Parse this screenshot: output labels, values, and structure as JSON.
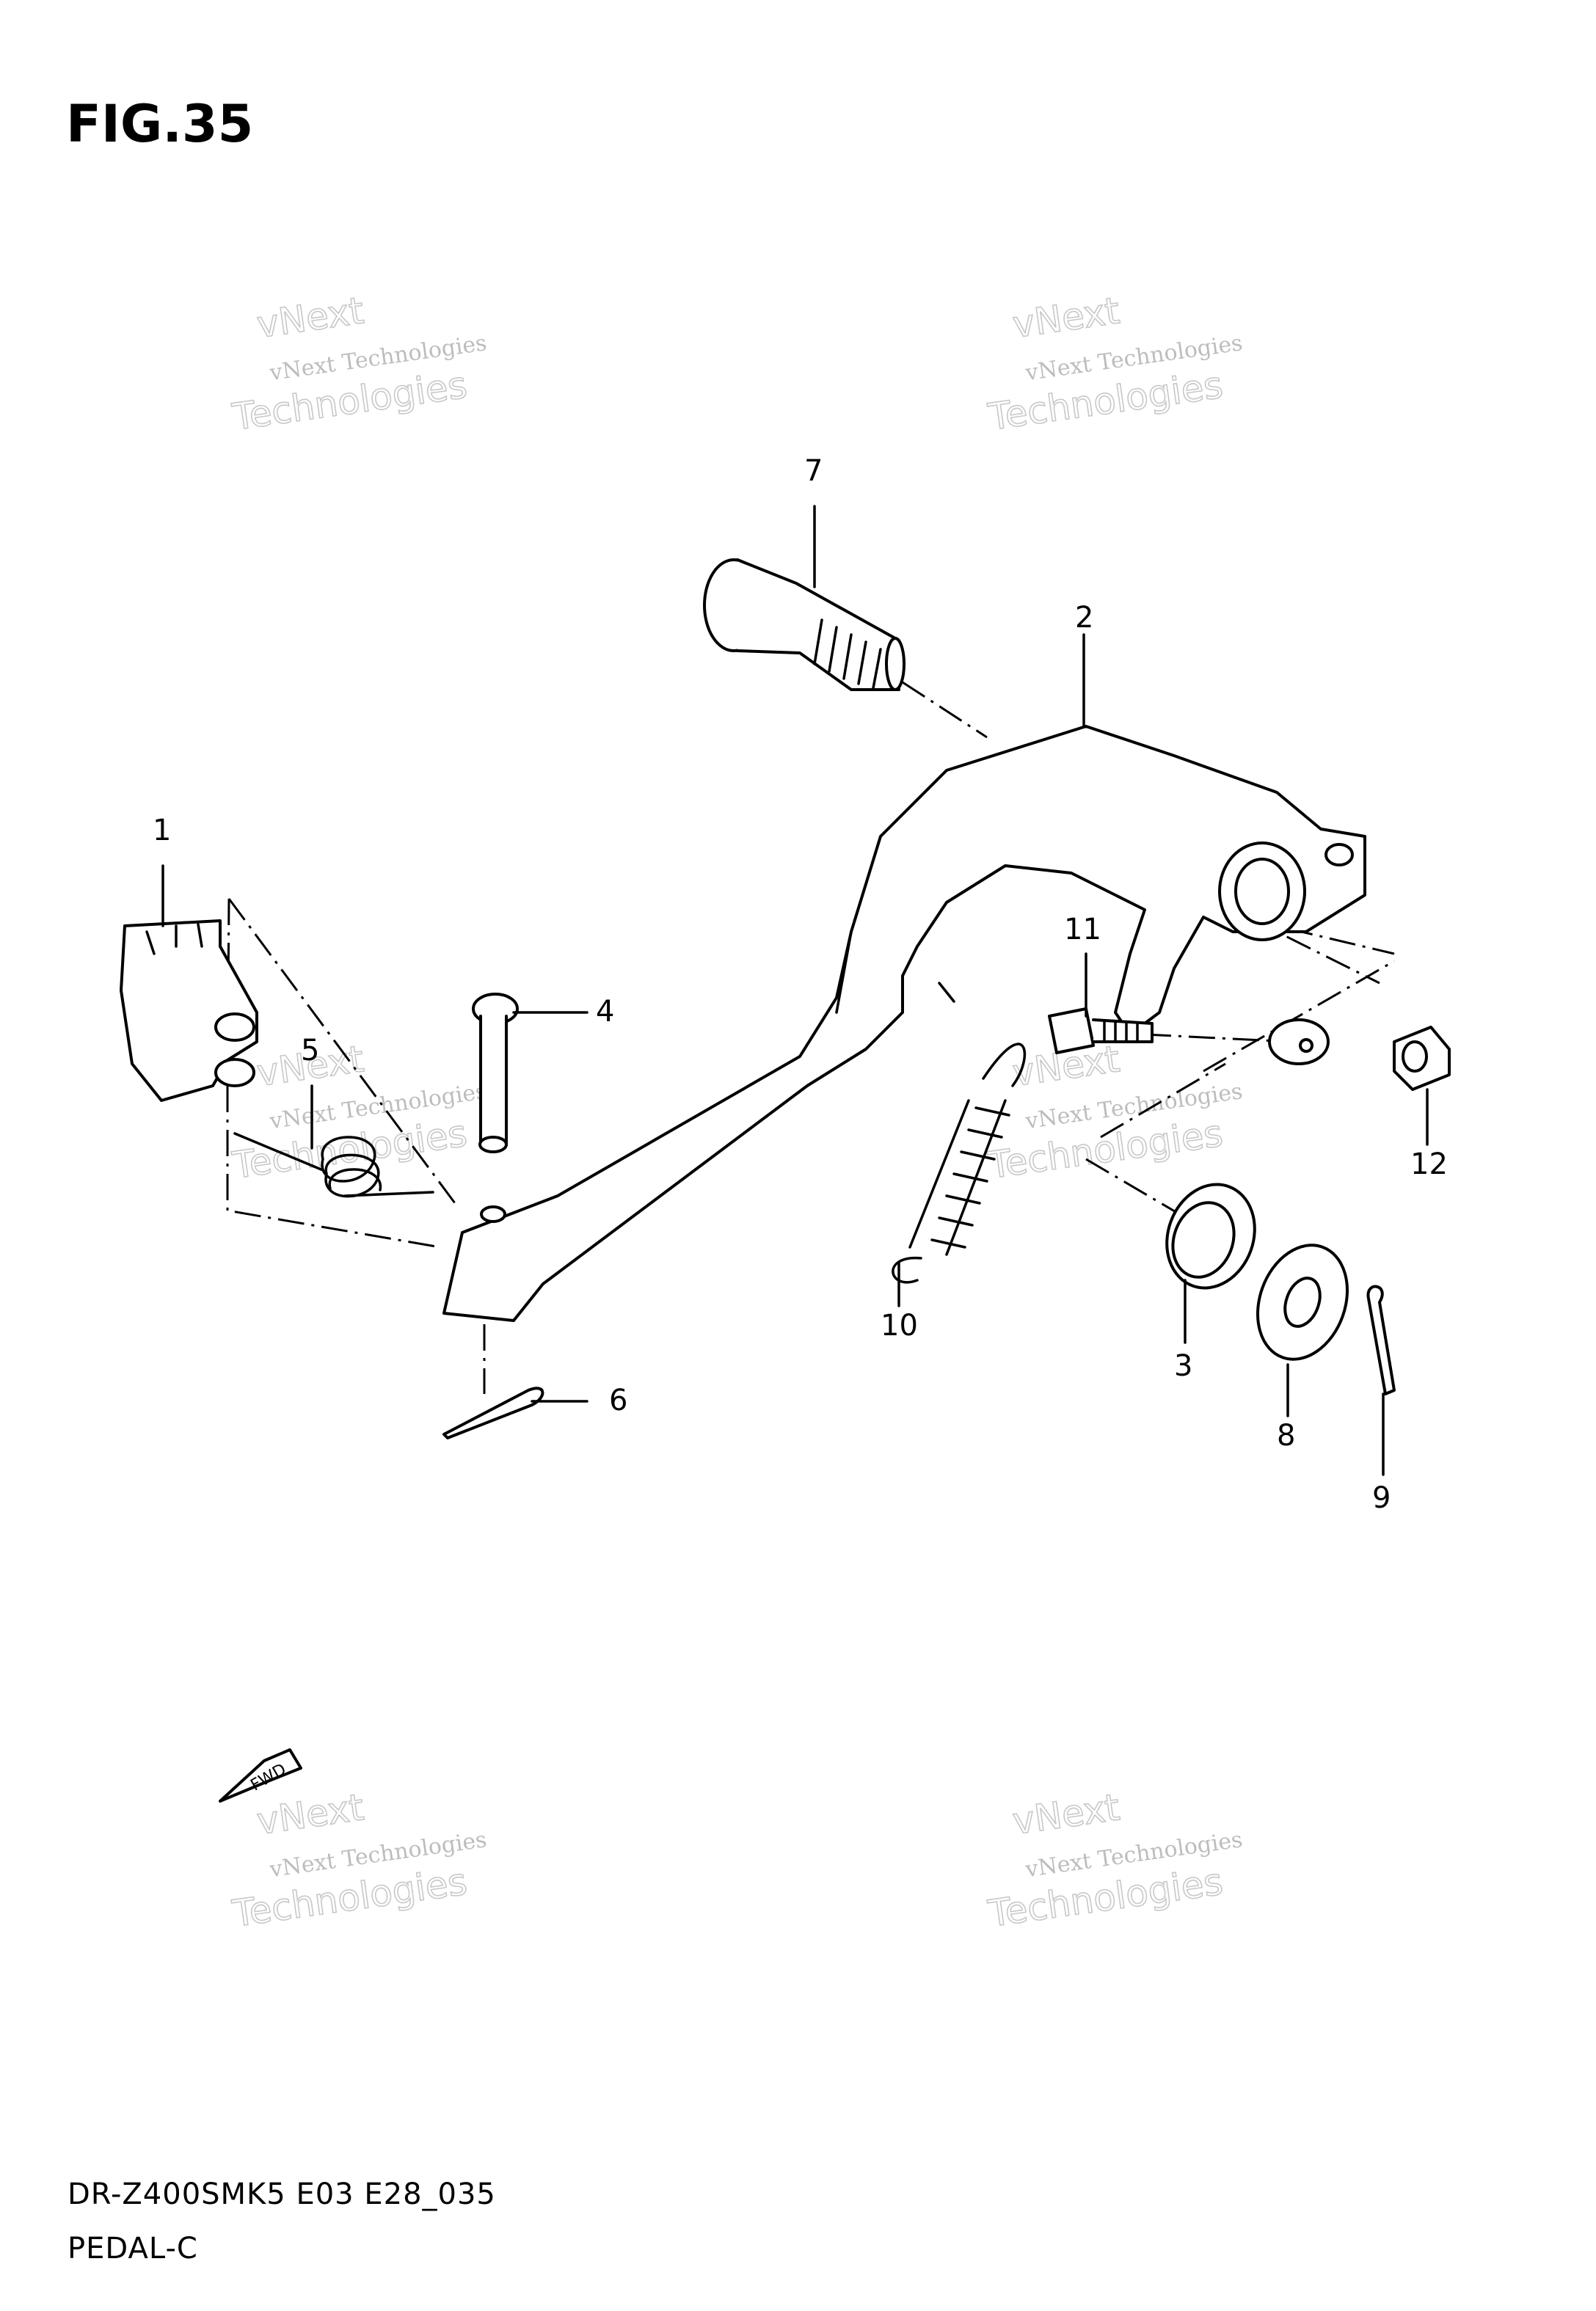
{
  "figure": {
    "title": "FIG.35",
    "model_code": "DR-Z400SMK5 E03 E28_035",
    "section_name": "PEDAL-C"
  },
  "callouts": [
    "1",
    "2",
    "3",
    "4",
    "5",
    "6",
    "7",
    "8",
    "9",
    "10",
    "11",
    "12"
  ],
  "watermark": {
    "line1": "vNext",
    "line2": "vNext Technologies",
    "line3": "Technologies"
  },
  "direction_marker": {
    "label": "FWD"
  }
}
